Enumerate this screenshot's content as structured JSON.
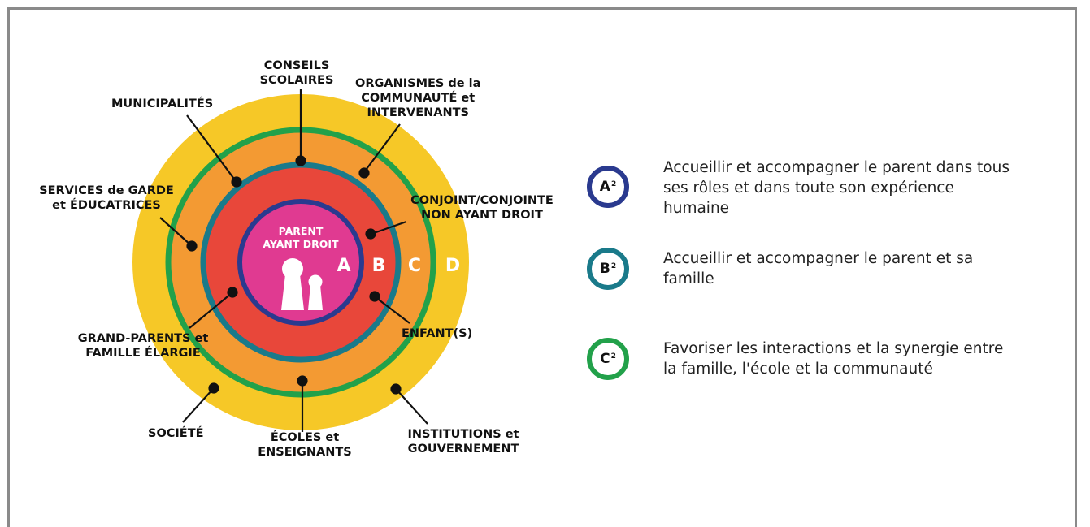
{
  "rings": {
    "a": {
      "letter": "A",
      "fill": "#e03a91",
      "stroke": "#2a3a8f"
    },
    "b": {
      "letter": "B",
      "fill": "#e8473a",
      "stroke": "#1a7a8a"
    },
    "c": {
      "letter": "C",
      "fill": "#f39a33",
      "stroke": "#22a14a"
    },
    "d": {
      "letter": "D",
      "fill": "#f6c827"
    }
  },
  "center": {
    "line1": "PARENT",
    "line2": "AYANT DROIT",
    "icon": "parent-child-keyhole-icon"
  },
  "labels": {
    "conseils": [
      "CONSEILS",
      "SCOLAIRES"
    ],
    "organismes": [
      "ORGANISMES de la",
      "COMMUNAUTÉ et",
      "INTERVENANTS"
    ],
    "municipalites": [
      "MUNICIPALITÉS"
    ],
    "services": [
      "SERVICES de GARDE",
      "et ÉDUCATRICES"
    ],
    "conjoint": [
      "CONJOINT/CONJOINTE",
      "NON AYANT DROIT"
    ],
    "enfants": [
      "ENFANT(S)"
    ],
    "grandparents": [
      "GRAND-PARENTS et",
      "FAMILLE ÉLARGIE"
    ],
    "societe": [
      "SOCIÉTÉ"
    ],
    "ecoles": [
      "ÉCOLES et",
      "ENSEIGNANTS"
    ],
    "institutions": [
      "INSTITUTIONS et",
      "GOUVERNEMENT"
    ]
  },
  "legend": [
    {
      "letter": "A",
      "sup": "2",
      "color": "#2a3a8f",
      "text": "Accueillir et accompagner le parent dans tous ses rôles et dans toute son expérience humaine"
    },
    {
      "letter": "B",
      "sup": "2",
      "color": "#1a7a8a",
      "text": "Accueillir et accompagner le parent et sa famille"
    },
    {
      "letter": "C",
      "sup": "2",
      "color": "#22a14a",
      "text": "Favoriser les interactions et la synergie entre la famille, l'école et la communauté"
    }
  ]
}
